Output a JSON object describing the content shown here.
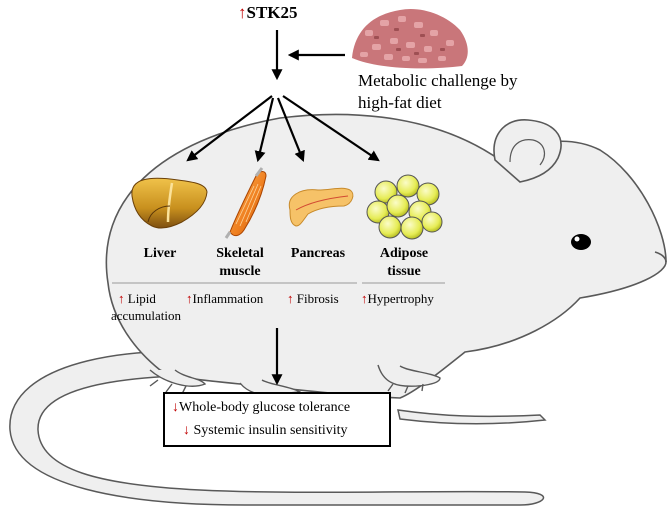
{
  "header": {
    "marker": "↑",
    "gene": "STK25"
  },
  "challenge": {
    "line1": "Metabolic challenge by",
    "line2": "high-fat diet",
    "image_icon": "high-fat-diet-pellets-icon"
  },
  "tissues": [
    {
      "id": "liver",
      "name_l1": "Liver",
      "name_l2": "",
      "icon": "liver-icon",
      "effect_marker": "↑",
      "effect_l1": "Lipid",
      "effect_l2": "accumulation"
    },
    {
      "id": "skeletal-muscle",
      "name_l1": "Skeletal",
      "name_l2": "muscle",
      "icon": "muscle-icon",
      "effect_marker": "↑",
      "effect_l1": "Inflammation",
      "effect_l2": ""
    },
    {
      "id": "pancreas",
      "name_l1": "Pancreas",
      "name_l2": "",
      "icon": "pancreas-icon",
      "effect_marker": "↑",
      "effect_l1": "Fibrosis",
      "effect_l2": ""
    },
    {
      "id": "adipose-tissue",
      "name_l1": "Adipose",
      "name_l2": "tissue",
      "icon": "adipocytes-icon",
      "effect_marker": "↑",
      "effect_l1": "Hypertrophy",
      "effect_l2": ""
    }
  ],
  "outcomes": [
    {
      "marker": "↓",
      "text": "Whole-body glucose tolerance"
    },
    {
      "marker": "↓",
      "text": "Systemic insulin sensitivity"
    }
  ],
  "colors": {
    "mouse_fill": "#efefef",
    "mouse_stroke": "#595959",
    "up_arrow": "#c00000",
    "down_arrow": "#c00000",
    "liver": "#c8901e",
    "muscle": "#f08020",
    "pancreas": "#f6c268",
    "adipocyte": "#eef36a",
    "diet": "#c9767a"
  }
}
